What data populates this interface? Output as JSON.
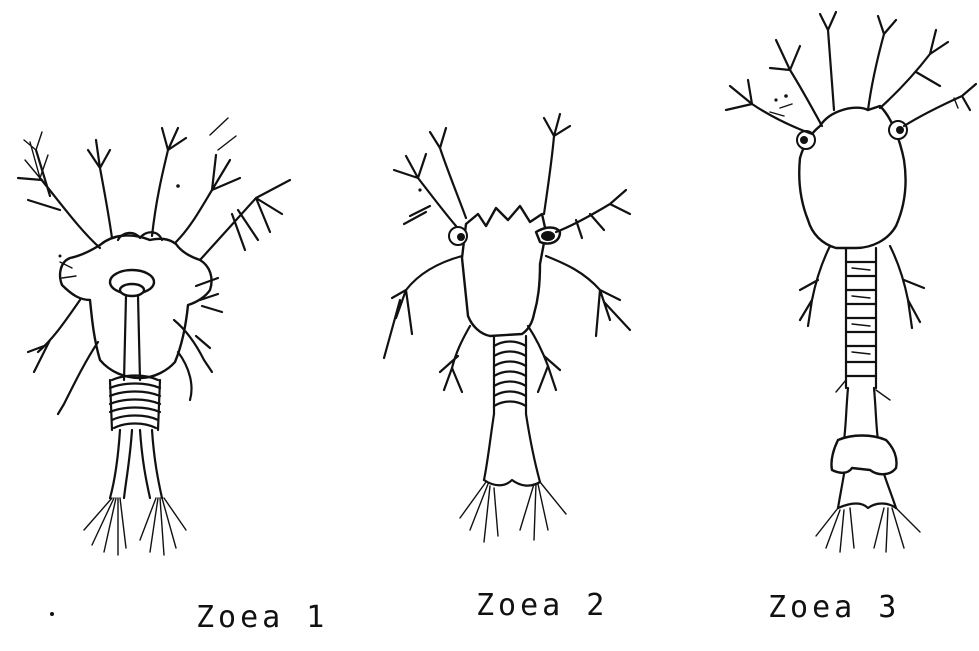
{
  "figure": {
    "stages": [
      {
        "label": "Zoea 1"
      },
      {
        "label": "Zoea 2"
      },
      {
        "label": "Zoea 3"
      }
    ]
  }
}
